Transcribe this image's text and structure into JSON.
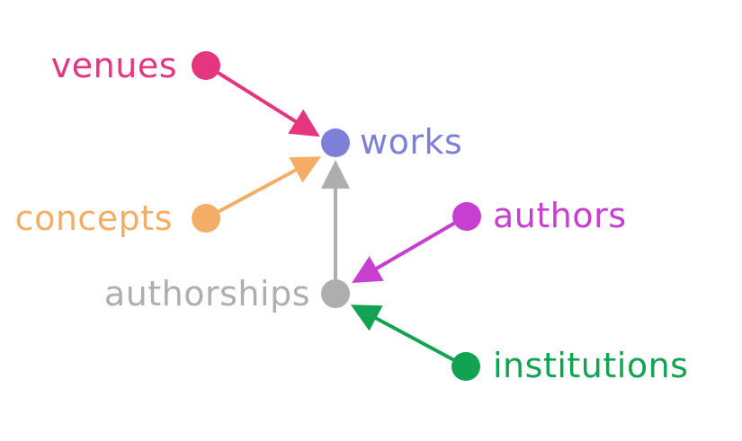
{
  "nodes": [
    {
      "id": "venues",
      "label": "venues",
      "color": "#e6357f"
    },
    {
      "id": "works",
      "label": "works",
      "color": "#7d7fd9"
    },
    {
      "id": "concepts",
      "label": "concepts",
      "color": "#f3ae66"
    },
    {
      "id": "authors",
      "label": "authors",
      "color": "#c63fd0"
    },
    {
      "id": "authorships",
      "label": "authorships",
      "color": "#aeaeae"
    },
    {
      "id": "institutions",
      "label": "institutions",
      "color": "#11a352"
    }
  ],
  "edges": [
    {
      "from": "venues",
      "to": "works"
    },
    {
      "from": "concepts",
      "to": "works"
    },
    {
      "from": "authorships",
      "to": "works"
    },
    {
      "from": "authors",
      "to": "authorships"
    },
    {
      "from": "institutions",
      "to": "authorships"
    }
  ]
}
